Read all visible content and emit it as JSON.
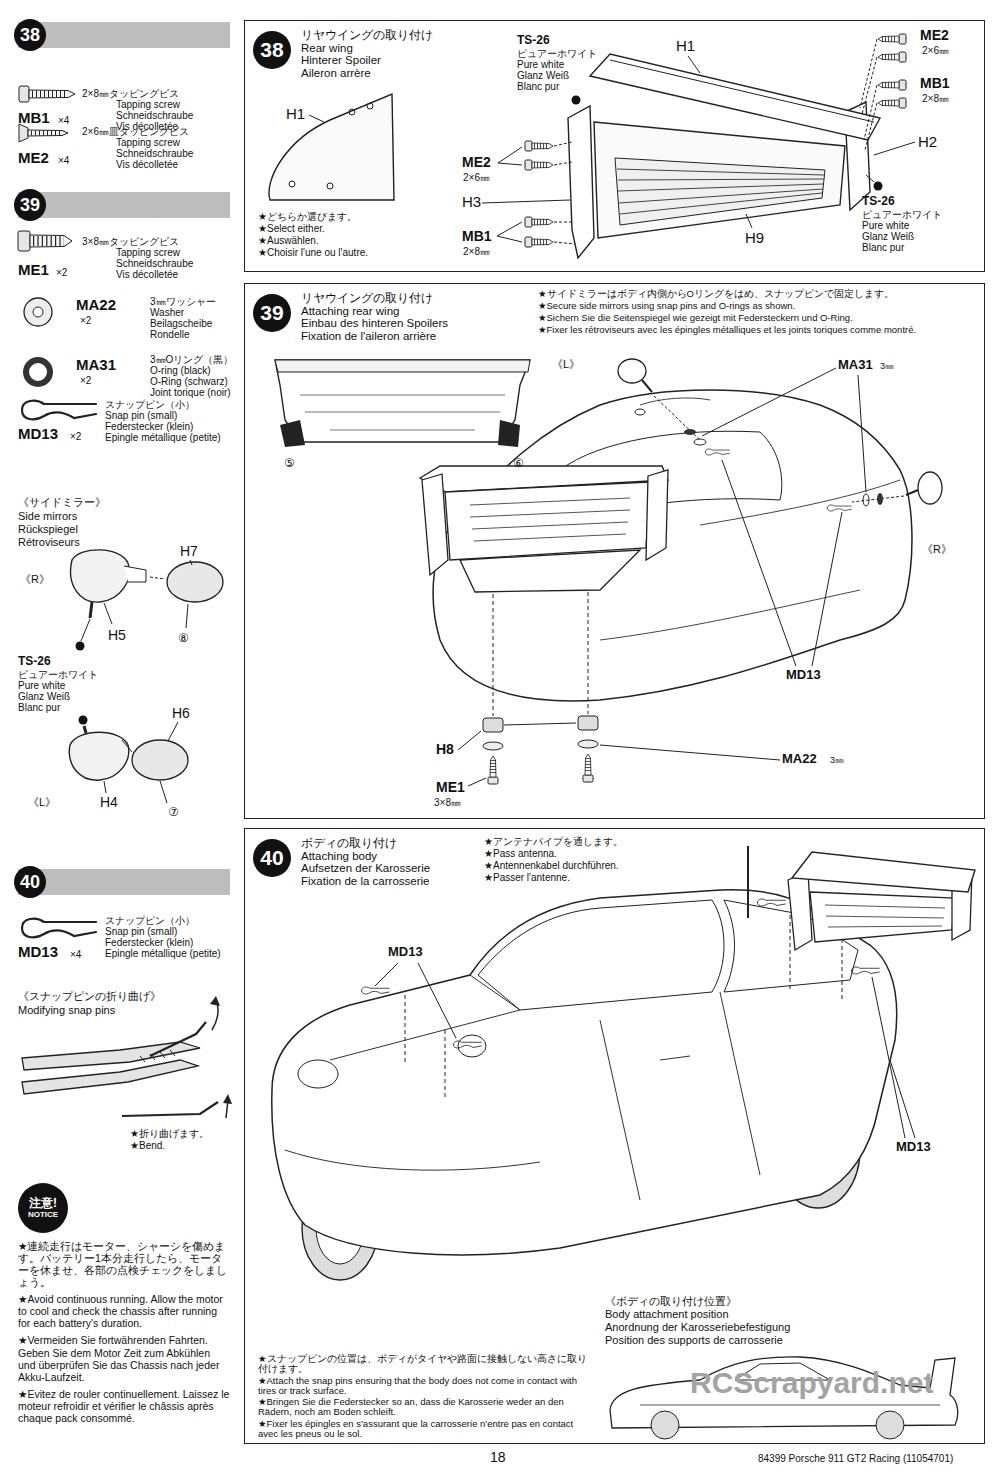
{
  "diagram": {
    "nodes": [
      {
        "text": [
          "38"
        ]
      },
      {
        "text": [
          "39"
        ]
      },
      {
        "text": [
          "40"
        ]
      },
      {
        "text": [
          "注意!",
          "NOTICE"
        ]
      },
      {
        "text": [
          "リヤウイングの取り付け",
          "Rear wing",
          "Hinterer Spoiler",
          "Aileron arrère"
        ]
      },
      {
        "text": [
          "38"
        ],
        "in": 4
      },
      {
        "text": [
          "リヤウイングの取り付け",
          "Attaching rear wing",
          "Einbau des hinteren Spoilers",
          "Fixation de l'aileron arrière"
        ]
      },
      {
        "text": [
          "39"
        ],
        "in": 6
      },
      {
        "text": [
          "ボディの取り付け",
          "Attaching body",
          "Aufsetzen der Karosserie",
          "Fixation de la carrosserie"
        ]
      },
      {
        "text": [
          "40"
        ],
        "in": 8
      }
    ],
    "labels": [
      "2×8㎜タッピングビス",
      "Tapping screw",
      "Schneidschraube",
      "Vis décolletée",
      "MB1",
      "×4",
      "2×6㎜皿タッピングビス",
      "Tapping screw",
      "Schneidschraube",
      "Vis décolletée",
      "ME2",
      "×4",
      "3×8㎜タッピングビス",
      "Tapping screw",
      "Schneidschraube",
      "Vis décolletée",
      "ME1",
      "×2",
      "MA22",
      "×2",
      "3㎜ワッシャー",
      "Washer",
      "Beilagscheibe",
      "Rondelle",
      "MA31",
      "×2",
      "3㎜Oリング（黒）",
      "O-ring (black)",
      "O-Ring (schwarz)",
      "Joint torique (noir)",
      "スナップピン（小）",
      "Snap pin (small)",
      "Federstecker (klein)",
      "Epingle métallique (petite)",
      "MD13",
      "×2",
      "《サイドミラー》",
      "Side mirrors",
      "Rückspiegel",
      "Rétroviseurs",
      "《R》",
      "H7",
      "H5",
      "⑧",
      "TS-26",
      "ピュアーホワイト",
      "Pure white",
      "Glanz Weiß",
      "Blanc pur",
      "H6",
      "H4",
      "⑦",
      "《L》",
      "スナップピン（小）",
      "Snap pin (small)",
      "Federstecker (klein)",
      "Epingle métallique (petite)",
      "MD13",
      "×4",
      "《スナップピンの折り曲げ》",
      "Modifying snap pins",
      "★折り曲げます。",
      "★Bend.",
      "★連続走行はモーター、シャーシを傷めます。バッテリー1本分走行したら、モーターを休ませ、各部の点検チェックをしましょう。",
      "★Avoid continuous running. Allow the motor to cool and check the chassis after running for each battery's duration.",
      "★Vermeiden Sie fortwährenden Fahrten. Geben Sie dem Motor Zeit zum Abkühlen und überprüfen Sie das Chassis nach jeder Akku-Laufzeit.",
      "★Evitez de rouler continuellement. Laissez le moteur refroidir et vérifier le châssis après chaque pack consommé.",
      "★どちらか選びます。",
      "★Select either.",
      "★Auswählen.",
      "★Choisir l'une ou l'autre.",
      "H1",
      "TS-26",
      "ピュアーホワイト",
      "Pure white",
      "Glanz Weiß",
      "Blanc pur",
      "H1",
      "ME2",
      "2×6㎜",
      "H3",
      "MB1",
      "2×8㎜",
      "H9",
      "ME2",
      "2×6㎜",
      "MB1",
      "2×8㎜",
      "H2",
      "TS-26",
      "ピュアーホワイト",
      "Pure white",
      "Glanz Weiß",
      "Blanc pur",
      "★サイドミラーはボディ内側からOリングをはめ、スナップピンで固定します。",
      "★Secure side mirrors using snap pins and O-rings as shown.",
      "★Sichern Sie die Seitenspiegel wie gezeigt mit Federsteckern und O-Ring.",
      "★Fixer les rétroviseurs avec les épingles métalliques et les joints toriques comme montré.",
      "《L》",
      "⑤",
      "⑥",
      "MA31",
      "3㎜",
      "《R》",
      "MD13",
      "H8",
      "MA22",
      "3㎜",
      "ME1",
      "3×8㎜",
      "★アンテナパイプを通します。",
      "★Pass antenna.",
      "★Antennenkabel durchführen.",
      "★Passer l'antenne.",
      "MD13",
      "MD13",
      "《ボディの取り付け位置》",
      "Body attachment position",
      "Anordnung der Karosseriebefestigung",
      "Position des supports de carrosserie",
      "★スナップピンの位置は、ボディがタイヤや路面に接触しない高さに取り付けます。",
      "★Attach the snap pins ensuring that the body does not come in contact with tires or track surface.",
      "★Bringen Sie die Federstecker so an, dass die Karosserie weder an den Rädern, noch am Boden schleift.",
      "★Fixer les épingles en s'assurant que la carrosserie n'entre pas en contact avec les pneus ou le sol.",
      "RCScrapyard.net",
      "18",
      "84399 Porsche 911 GT2 Racing (11054701)"
    ]
  }
}
